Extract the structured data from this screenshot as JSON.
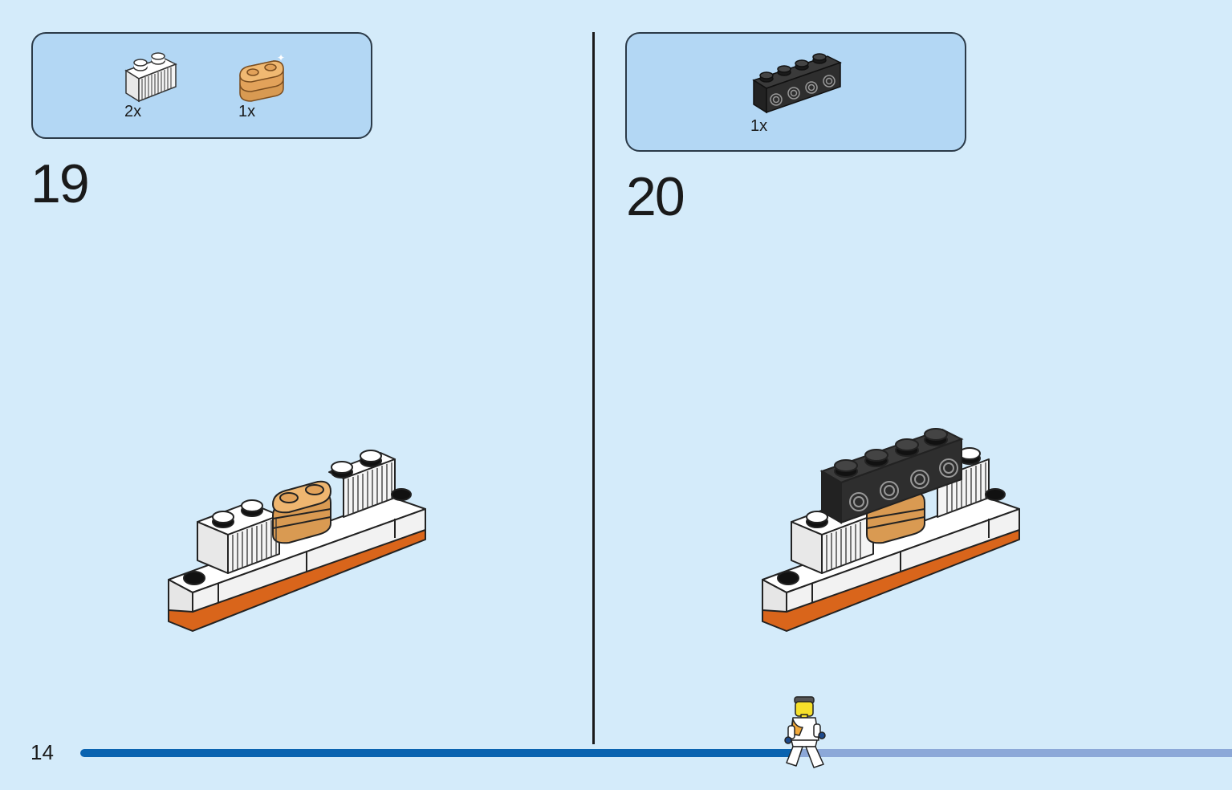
{
  "page": {
    "number": "14"
  },
  "steps": [
    {
      "number": "19",
      "parts": [
        {
          "qty": "2x",
          "icon": "white-grille-brick-1x2-icon",
          "color": "#f2f2f2"
        },
        {
          "qty": "1x",
          "icon": "tan-round-plate-2x1-icon",
          "color": "#e2a25a"
        }
      ]
    },
    {
      "number": "20",
      "parts": [
        {
          "qty": "1x",
          "icon": "black-brick-1x4-side-studs-icon",
          "color": "#2e2e2e"
        }
      ]
    }
  ],
  "progress": {
    "fraction": 0.62
  },
  "colors": {
    "background": "#d4ebfa",
    "parts_box": "#b3d7f4",
    "progress_fill": "#0a63b0",
    "progress_track": "#8ca8d8"
  }
}
